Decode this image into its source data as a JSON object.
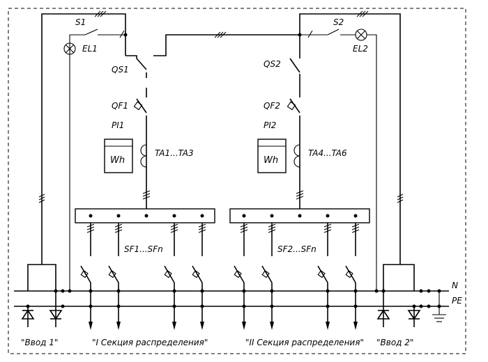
{
  "labels": {
    "s1": "S1",
    "el1": "EL1",
    "s2": "S2",
    "el2": "EL2",
    "qs1": "QS1",
    "qs2": "QS2",
    "qf1": "QF1",
    "qf2": "QF2",
    "pi1": "PI1",
    "pi2": "PI2",
    "meter1": "Wh",
    "meter2": "Wh",
    "ta1": "TA1...TA3",
    "ta2": "TA4...TA6",
    "sf1": "SF1...SFn",
    "sf2": "SF2...SFn",
    "bus_n": "N",
    "bus_pe": "PE"
  },
  "captions": {
    "input1": "\"Ввод 1\"",
    "section1": "\"I Секция распределения\"",
    "section2": "\"II Секция распределения\"",
    "input2": "\"Ввод 2\""
  }
}
